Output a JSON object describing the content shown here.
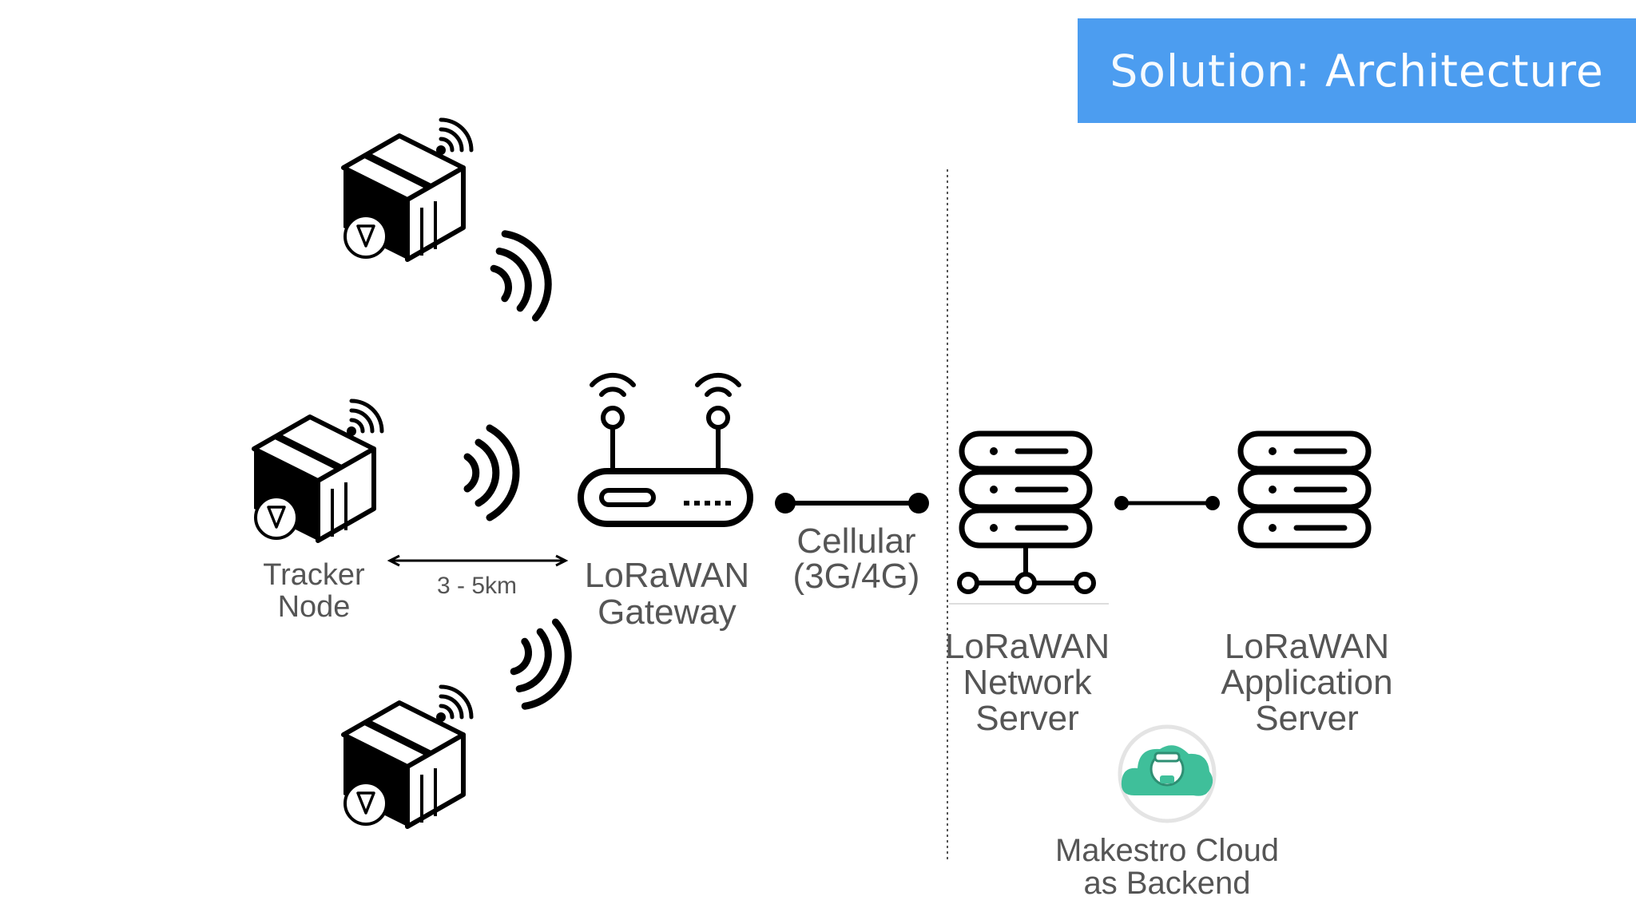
{
  "title": {
    "prefix": "Solution:",
    "main": "Architecture"
  },
  "labels": {
    "tracker_line1": "Tracker",
    "tracker_line2": "Node",
    "range": "3 - 5km",
    "gateway_line1": "LoRaWAN",
    "gateway_line2": "Gateway",
    "cellular_line1": "Cellular",
    "cellular_line2": "(3G/4G)",
    "network_line1": "LoRaWAN",
    "network_line2": "Network",
    "network_line3": "Server",
    "app_line1": "LoRaWAN",
    "app_line2": "Application",
    "app_line3": "Server",
    "cloud_line1": "Makestro Cloud",
    "cloud_line2": "as Backend"
  },
  "colors": {
    "title_bg": "#4c9df0",
    "title_text": "#ffffff",
    "icon": "#000000",
    "label_text": "#555555",
    "cloud_green": "#3fbf9a"
  }
}
